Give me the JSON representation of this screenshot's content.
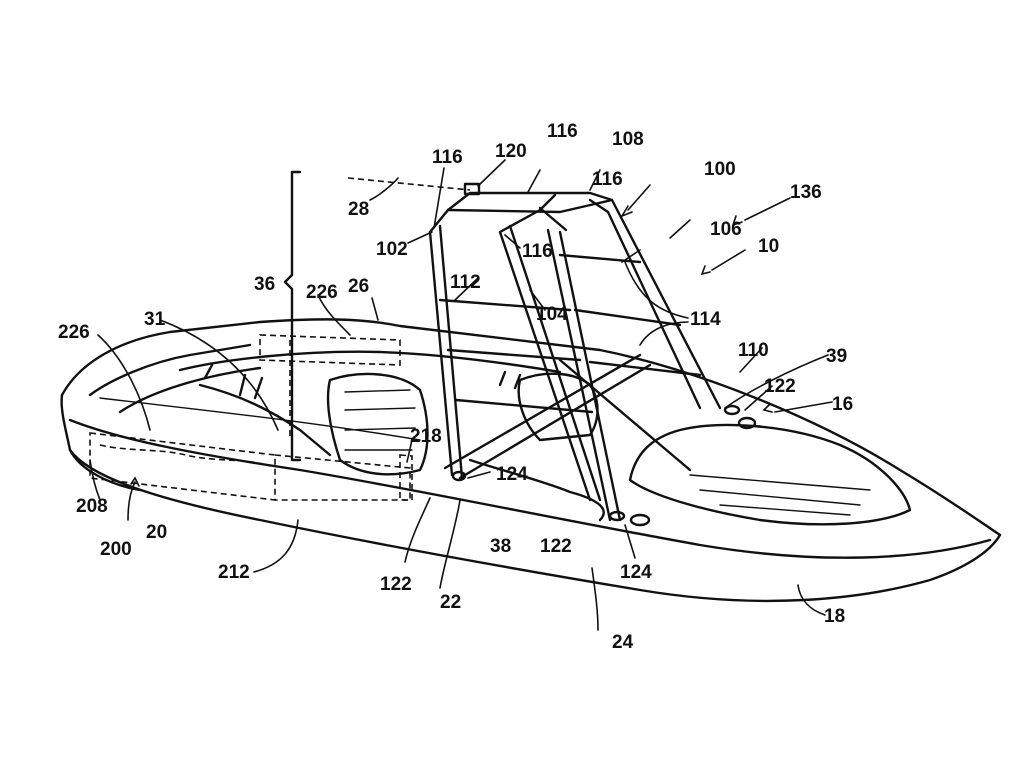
{
  "figure": {
    "labels": {
      "l120": "120",
      "l116a": "116",
      "l108": "108",
      "l116b": "116",
      "l100": "100",
      "l116c": "116",
      "l136": "136",
      "l28": "28",
      "l102": "102",
      "l116d": "116",
      "l106": "106",
      "l10": "10",
      "l112": "112",
      "l36": "36",
      "l226a": "226",
      "l26": "26",
      "l104": "104",
      "l114": "114",
      "l31": "31",
      "l226b": "226",
      "l110": "110",
      "l39": "39",
      "l122a": "122",
      "l16": "16",
      "l218": "218",
      "l124a": "124",
      "l208": "208",
      "l20": "20",
      "l200": "200",
      "l38": "38",
      "l122b": "122",
      "l124b": "124",
      "l212": "212",
      "l122c": "122",
      "l22": "22",
      "l24": "24",
      "l18": "18"
    }
  }
}
